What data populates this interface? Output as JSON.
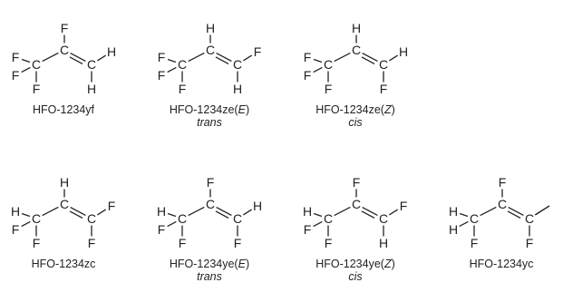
{
  "molecules": [
    {
      "atoms": [
        "F",
        "F",
        "F",
        "C",
        "C",
        "F",
        "C",
        "H",
        "H"
      ],
      "label": "HFO-1234yf",
      "label_parts": [],
      "sublabel": ""
    },
    {
      "atoms": [
        "F",
        "F",
        "F",
        "C",
        "C",
        "H",
        "C",
        "F",
        "H"
      ],
      "label": "HFO-1234ze(",
      "label_parts": [
        "E",
        ")"
      ],
      "sublabel": "trans"
    },
    {
      "atoms": [
        "F",
        "F",
        "F",
        "C",
        "C",
        "H",
        "C",
        "H",
        "F"
      ],
      "label": "HFO-1234ze(",
      "label_parts": [
        "Z",
        ")"
      ],
      "sublabel": "cis"
    },
    {
      "atoms": [
        "H",
        "F",
        "F",
        "C",
        "C",
        "H",
        "C",
        "F",
        "F"
      ],
      "label": "HFO-1234zc",
      "label_parts": [],
      "sublabel": ""
    },
    {
      "atoms": [
        "H",
        "F",
        "F",
        "C",
        "C",
        "F",
        "C",
        "H",
        "F"
      ],
      "label": "HFO-1234ye(",
      "label_parts": [
        "E",
        ")"
      ],
      "sublabel": "trans"
    },
    {
      "atoms": [
        "H",
        "F",
        "F",
        "C",
        "C",
        "F",
        "C",
        "F",
        "H"
      ],
      "label": "HFO-1234ye(",
      "label_parts": [
        "Z",
        ")"
      ],
      "sublabel": "cis"
    },
    {
      "atoms": [
        "H",
        "H",
        "F",
        "C",
        "C",
        "F",
        "C",
        "",
        "F"
      ],
      "label": "HFO-1234yc",
      "label_parts": [],
      "sublabel": ""
    }
  ]
}
